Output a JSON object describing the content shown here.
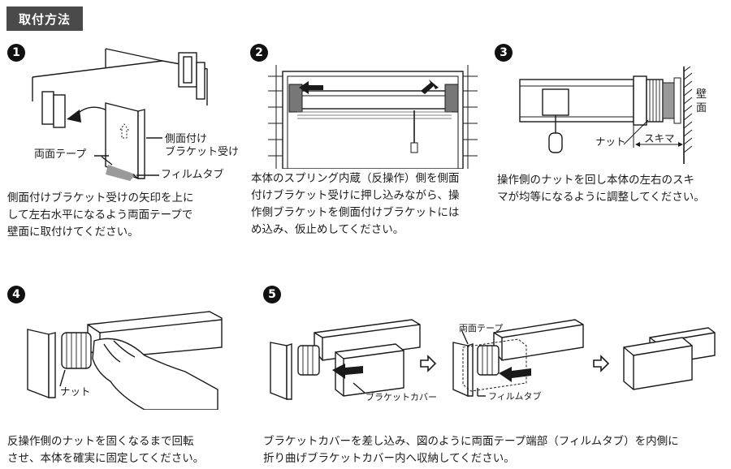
{
  "section_title": "取付方法",
  "steps": [
    {
      "number": "1",
      "text": "側面付けブラケット受けの矢印を上に\nして左右水平になるよう両面テープで\n壁面に取付けてください。",
      "labels": {
        "bracket_receiver": "側面付け\nブラケット受け",
        "double_tape": "両面テープ",
        "film_tab": "フィルムタブ"
      }
    },
    {
      "number": "2",
      "text": "本体のスプリング内蔵（反操作）側を側面\n付けブラケット受けに押し込みながら、操\n作側ブラケットを側面付けブラケットには\nめ込み、仮止めしてください。"
    },
    {
      "number": "3",
      "text": "操作側のナットを回し本体の左右のスキ\nマが均等になるように調整してください。",
      "labels": {
        "wall": "壁\n面",
        "nut": "ナット",
        "gap": "スキマ"
      }
    },
    {
      "number": "4",
      "text": "反操作側のナットを固くなるまで回転\nさせ、本体を確実に固定してください。",
      "labels": {
        "nut": "ナット"
      }
    },
    {
      "number": "5",
      "text": "ブラケットカバーを差し込み、図のように両面テープ端部（フィルムタブ）を内側に\n折り曲げブラケットカバー内へ収納してください。",
      "labels": {
        "bracket_cover": "ブラケットカバー",
        "double_tape": "両面テープ",
        "film_tab": "フィルムタブ"
      }
    }
  ],
  "icons": {
    "step_arrow": "hollow-right-arrow-icon"
  }
}
